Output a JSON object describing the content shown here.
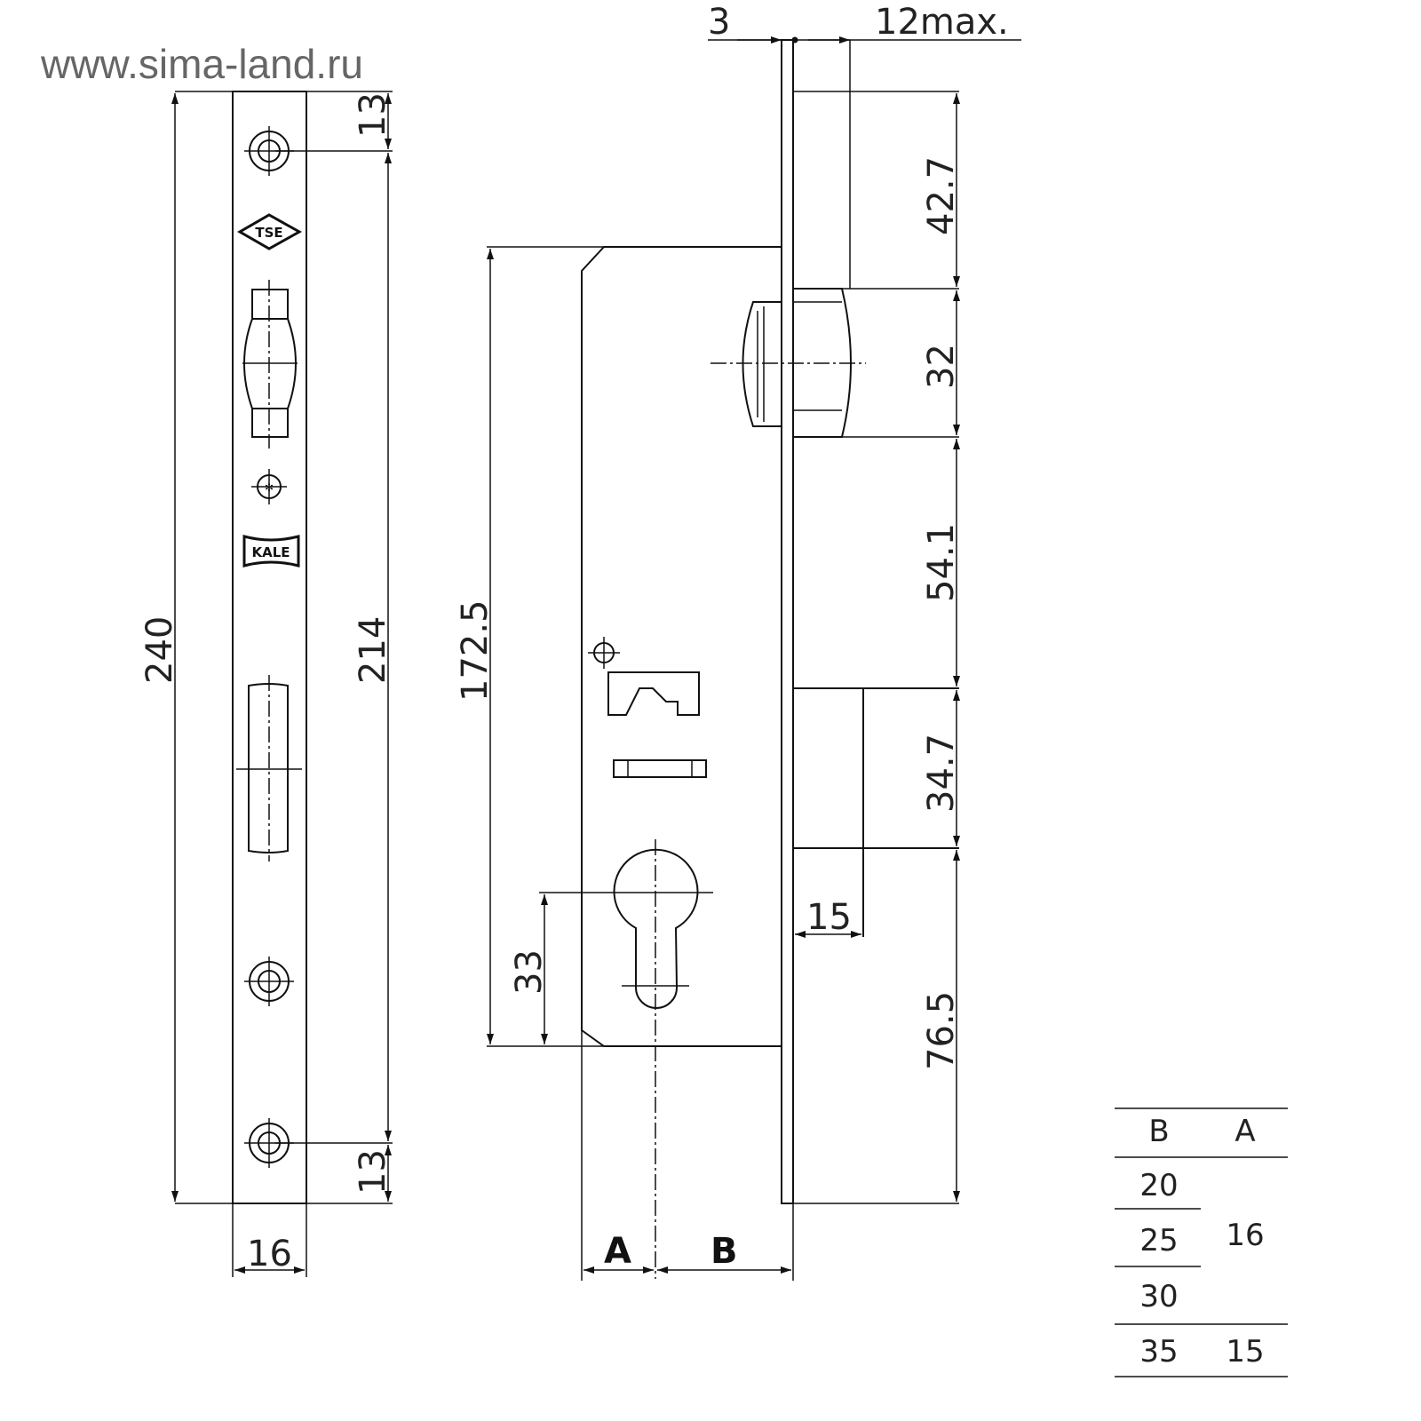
{
  "watermark": "www.sima-land.ru",
  "strike_plate": {
    "dims": {
      "total_height": "240",
      "hole_spacing": "214",
      "top_offset": "13",
      "bottom_offset": "13",
      "width": "16"
    },
    "logos": {
      "tse": "TSE",
      "kale": "KALE"
    }
  },
  "lock_body": {
    "dims": {
      "faceplate_thickness": "3",
      "latch_projection": "12max.",
      "top_to_latch": "42.7",
      "latch_height": "32",
      "latch_to_bolt": "54.1",
      "bolt_height": "34.7",
      "bolt_to_bottom": "76.5",
      "body_height": "172.5",
      "cylinder_offset": "33",
      "bolt_throw": "15",
      "label_a": "A",
      "label_b": "B"
    }
  },
  "table": {
    "headers": [
      "B",
      "A"
    ],
    "b_values": [
      "20",
      "25",
      "30",
      "35"
    ],
    "a_values": [
      "16",
      "15"
    ]
  }
}
